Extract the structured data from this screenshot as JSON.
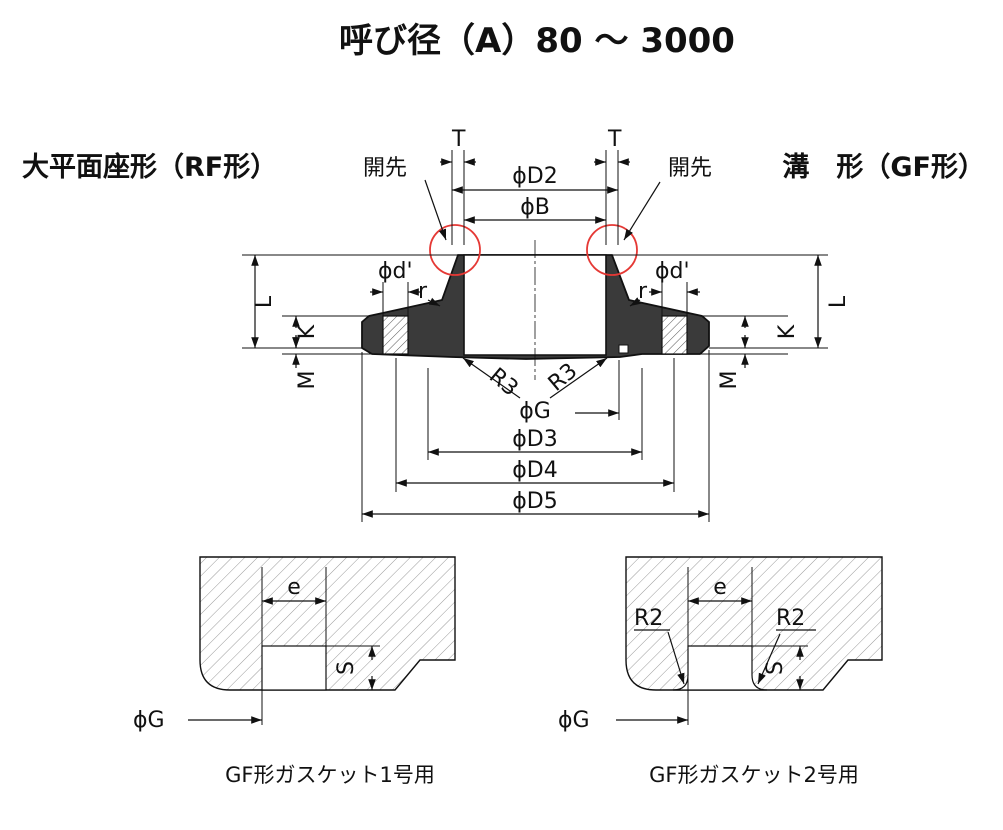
{
  "title": "呼び径（A）80 ～ 3000",
  "header_left": "大平面座形（RF形）",
  "header_right": "溝　形（GF形）",
  "labels": {
    "bevel_left": "開先",
    "bevel_right": "開先",
    "t_left": "T",
    "t_right": "T",
    "d2": "ϕD2",
    "b": "ϕB",
    "d_prime_left": "ϕd'",
    "d_prime_right": "ϕd'",
    "r_left": "r",
    "r_right": "r",
    "l_left": "L",
    "l_right": "L",
    "k_left": "K",
    "k_right": "K",
    "m_left": "M",
    "m_right": "M",
    "r3_left": "R3",
    "r3_right": "R3",
    "g": "ϕG",
    "d3": "ϕD3",
    "d4": "ϕD4",
    "d5": "ϕD5"
  },
  "detail1": {
    "e": "e",
    "s": "S",
    "g": "ϕG",
    "caption": "GF形ガスケット1号用"
  },
  "detail2": {
    "e": "e",
    "s": "S",
    "r2_left": "R2",
    "r2_right": "R2",
    "g": "ϕG",
    "caption": "GF形ガスケット2号用"
  },
  "colors": {
    "highlight_circle": "#e53935",
    "section_fill": "#3a3a3a",
    "ink": "#111111"
  }
}
